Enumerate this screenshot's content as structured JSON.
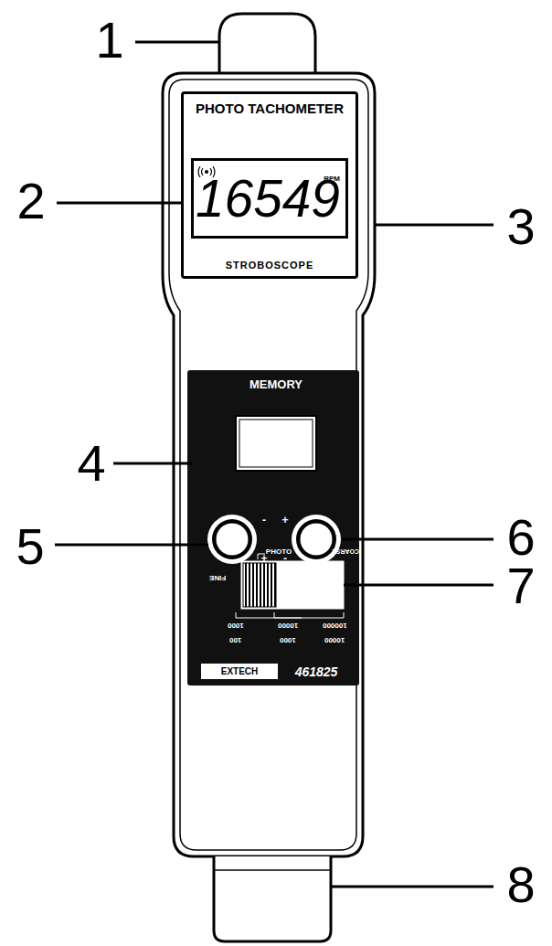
{
  "diagram": {
    "nodes": [
      {
        "text": [
          "PHOTO TACHOMETER",
          "STROBOSCOPE"
        ]
      },
      {
        "text": [
          "16549",
          "RPM"
        ],
        "in": 0
      }
    ],
    "labels": [
      "1",
      "2",
      "3",
      "4",
      "5",
      "6",
      "7",
      "8",
      "MEMORY",
      "-",
      "+",
      "+",
      "-",
      "PHOTO",
      "FINE",
      "COARSE",
      "1000",
      "100",
      "10000",
      "1000",
      "100000",
      "10000",
      "EXTECH",
      "461825"
    ]
  }
}
